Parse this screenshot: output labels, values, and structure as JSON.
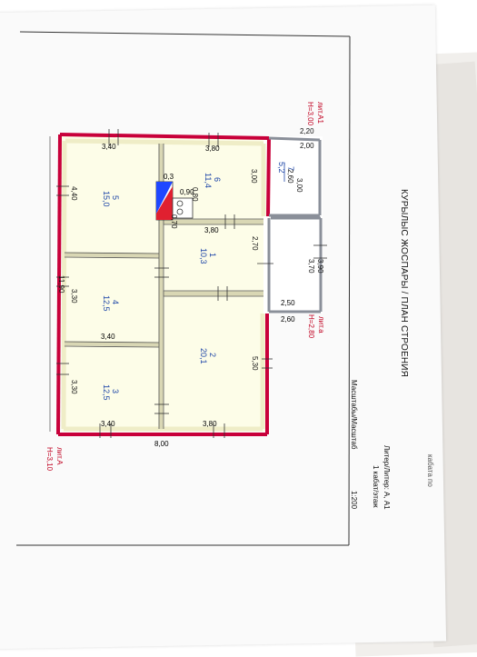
{
  "header": {
    "title": "КУРЫЛЫС ЖОСПАРЫ / ПЛАН СТРОЕНИЯ",
    "liter": "Литер/Литер: А, А1",
    "floor": "1 кабат/этаж",
    "scale_label": "Масштабы/Масштаб",
    "scale_value": "1:200",
    "corner_text": "кабата по"
  },
  "labels": {
    "lit_a1": "лит.А1",
    "lit_a1_h": "Н=3,00",
    "lit_a_mid": "лит.а",
    "lit_a_mid_h": "Н=2,80",
    "lit_a_bottom": "лит.А",
    "lit_a_bottom_h": "Н=3,10"
  },
  "rooms": [
    {
      "num": "1",
      "area": "10,3"
    },
    {
      "num": "2",
      "area": "20,1"
    },
    {
      "num": "3",
      "area": "12,5"
    },
    {
      "num": "4",
      "area": "12,5"
    },
    {
      "num": "5",
      "area": "15,0"
    },
    {
      "num": "6",
      "area": "11,4"
    },
    {
      "num": "7",
      "area": "5,2"
    }
  ],
  "dims": {
    "d_220": "2,20",
    "d_200": "2,00",
    "d_300a": "3,00",
    "d_260a": "2,60",
    "d_300b": "3,00",
    "d_340a": "3,40",
    "d_380a": "3,80",
    "d_440": "4,40",
    "d_03": "0,3",
    "d_090": "0,90",
    "d_080": "0,80",
    "d_070": "0,70",
    "d_380b": "3,80",
    "d_270": "2,70",
    "d_390": "3,90",
    "d_370": "3,70",
    "d_1190": "11,90",
    "d_330a": "3,30",
    "d_250": "2,50",
    "d_260b": "2,60",
    "d_340b": "3,40",
    "d_530": "5,30",
    "d_330b": "3,30",
    "d_340c": "3,40",
    "d_380c": "3,80",
    "d_800": "8,00"
  },
  "colors": {
    "outer_wall": "#c8003a",
    "wall_fill": "#efedc7",
    "room_label": "#1f47a8",
    "stove_blue": "#1f47ff",
    "stove_red": "#e02030"
  }
}
